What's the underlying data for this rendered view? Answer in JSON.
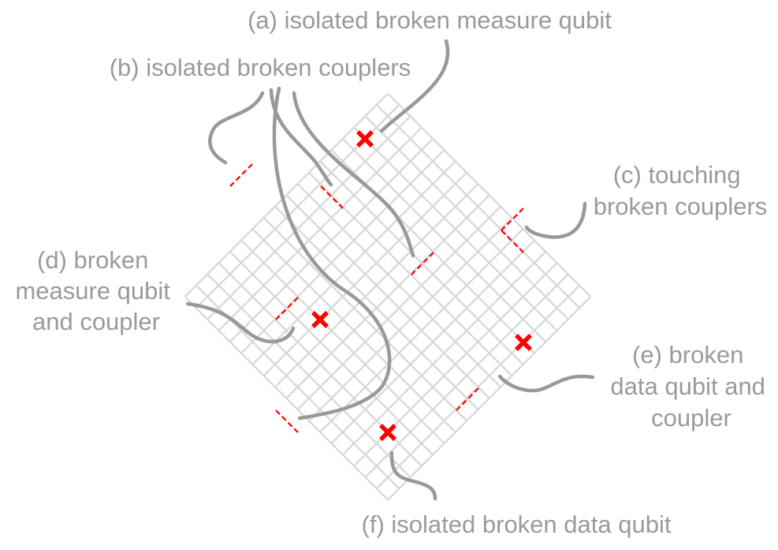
{
  "figure": {
    "colors": {
      "grid": "#d9d9d9",
      "broken": "#ff0000",
      "leader": "#999999",
      "text": "#9a9a9a",
      "background": "#ffffff"
    },
    "lattice": {
      "description_free": true,
      "rows": 19,
      "cols": 19
    },
    "labels": {
      "a": [
        "(a) isolated broken measure qubit"
      ],
      "b": [
        "(b) isolated broken couplers"
      ],
      "c": [
        "(c) touching",
        "broken couplers"
      ],
      "d": [
        "(d) broken",
        "measure qubit",
        "and coupler"
      ],
      "e": [
        "(e) broken",
        "data qubit and",
        "coupler"
      ],
      "f": [
        "(f) isolated broken data qubit"
      ]
    },
    "marker_icon": "x-mark-icon"
  }
}
